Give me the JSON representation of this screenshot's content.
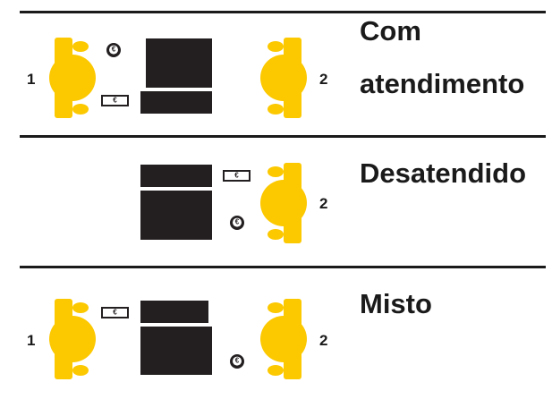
{
  "sections": [
    {
      "label_lines": [
        "Com",
        "atendimento"
      ],
      "left_person": "1",
      "right_person": "2",
      "coin_symbol": "€",
      "note_symbol": "€"
    },
    {
      "label_lines": [
        "Desatendido"
      ],
      "right_person": "2",
      "coin_symbol": "€",
      "note_symbol": "€"
    },
    {
      "label_lines": [
        "Misto"
      ],
      "left_person": "1",
      "right_person": "2",
      "coin_symbol": "€",
      "note_symbol": "€"
    }
  ],
  "colors": {
    "person": "#fcc800",
    "counter": "#231f20",
    "rule": "#1a1a1a"
  },
  "icons": [
    "person-icon",
    "coin-icon",
    "banknote-icon"
  ]
}
